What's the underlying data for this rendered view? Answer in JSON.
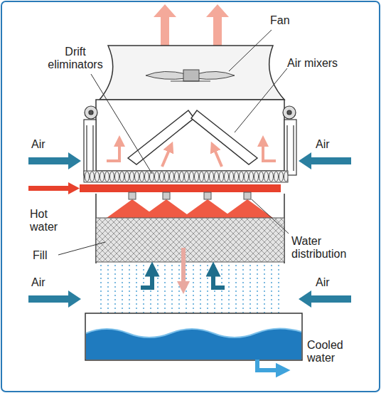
{
  "diagram": {
    "labels": [
      "Drift eliminators",
      "Fan",
      "Air mixers",
      "Air",
      "Air",
      "Hot water",
      "Water distribution",
      "Fill",
      "Air",
      "Air",
      "Cooled water"
    ]
  }
}
